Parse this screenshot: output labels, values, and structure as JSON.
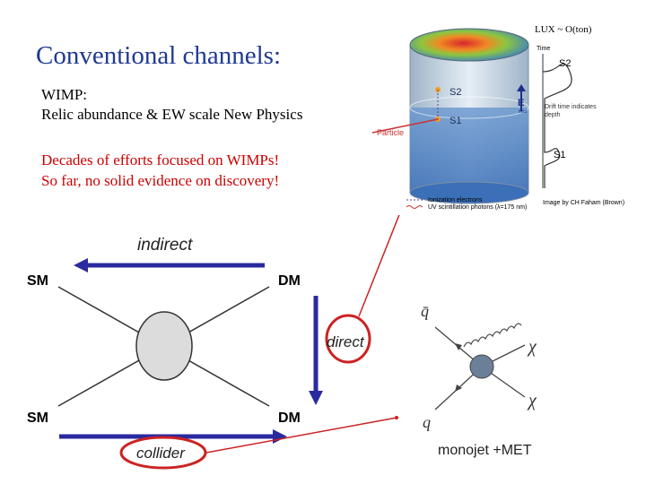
{
  "slide": {
    "title": "Conventional channels:",
    "wimp_heading": "WIMP:",
    "wimp_description": "Relic abundance & EW scale New Physics",
    "decades": "Decades of efforts focused on WIMPs!",
    "so_far": "So far, no solid evidence on discovery!"
  },
  "lux_figure": {
    "caption": "LUX ~ O(ton)",
    "particle_label": "Particle",
    "s1_label": "S1",
    "s2_label": "S2",
    "efield_label": "E",
    "efield_sub": "field",
    "time_label": "Time",
    "trace_s2": "S2",
    "trace_s1": "S1",
    "drift_note": "Drift time indicates depth",
    "legend_ionization": "Ionization electrons",
    "legend_uv": "UV scintillation photons (λ=175 nm)",
    "credit": "Image by CH Faham (Brown)"
  },
  "channel_diagram": {
    "sm_top": "SM",
    "dm_top": "DM",
    "sm_bottom": "SM",
    "dm_bottom": "DM",
    "indirect": "indirect",
    "direct": "direct",
    "collider": "collider"
  },
  "feynman": {
    "q_bar": "q̄",
    "q": "q",
    "chi_top": "χ",
    "chi_bottom": "χ",
    "caption": "monojet +MET"
  },
  "colors": {
    "title": "#1f3a93",
    "highlight": "#cc0000",
    "arrow_blue": "#2a2aa0",
    "red_connector": "#cc2222",
    "blob": "#dcdcdc",
    "vertex": "#6b7f99"
  }
}
